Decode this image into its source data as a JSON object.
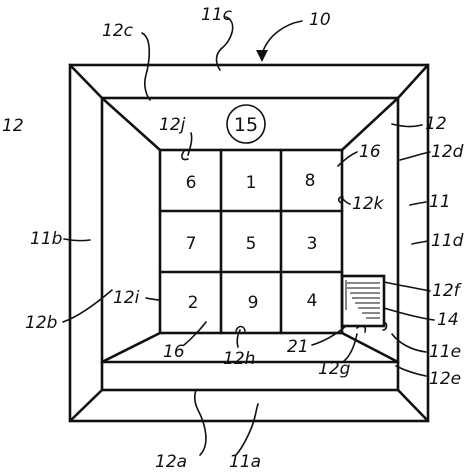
{
  "figure": {
    "reference_labels": {
      "r10": "10",
      "r11a": "11a",
      "r11b": "11b",
      "r11c": "11c",
      "r11": "11",
      "r11d": "11d",
      "r11e": "11e",
      "r12": "12",
      "r12_right": "12",
      "r12a": "12a",
      "r12b": "12b",
      "r12c": "12c",
      "r12d": "12d",
      "r12e": "12e",
      "r12f": "12f",
      "r12g": "12g",
      "r12h": "12h",
      "r12i": "12i",
      "r12j": "12j",
      "r12k": "12k",
      "r14": "14",
      "r16_top": "16",
      "r16_bottom": "16",
      "r21": "21"
    },
    "badge": "15",
    "grid_cells": [
      "6",
      "1",
      "8",
      "7",
      "5",
      "3",
      "2",
      "9",
      "4"
    ]
  }
}
